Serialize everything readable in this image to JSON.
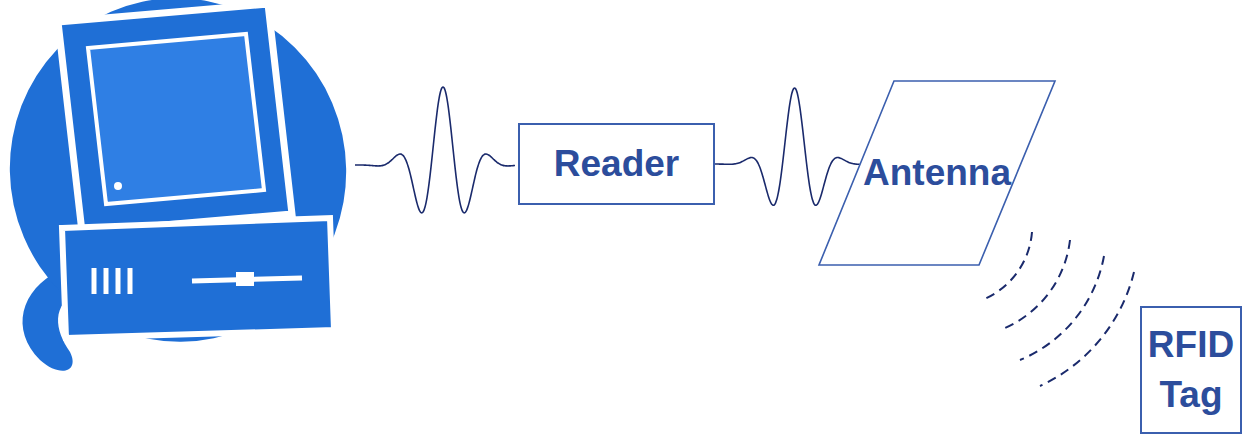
{
  "diagram": {
    "nodes": [
      {
        "text": [
          "Reader"
        ]
      },
      {
        "text": [
          "Antenna"
        ]
      },
      {
        "text": [
          "RFID Tag"
        ]
      }
    ],
    "edges": [
      {
        "from": 0,
        "to": 1,
        "arrow": "none"
      }
    ]
  }
}
